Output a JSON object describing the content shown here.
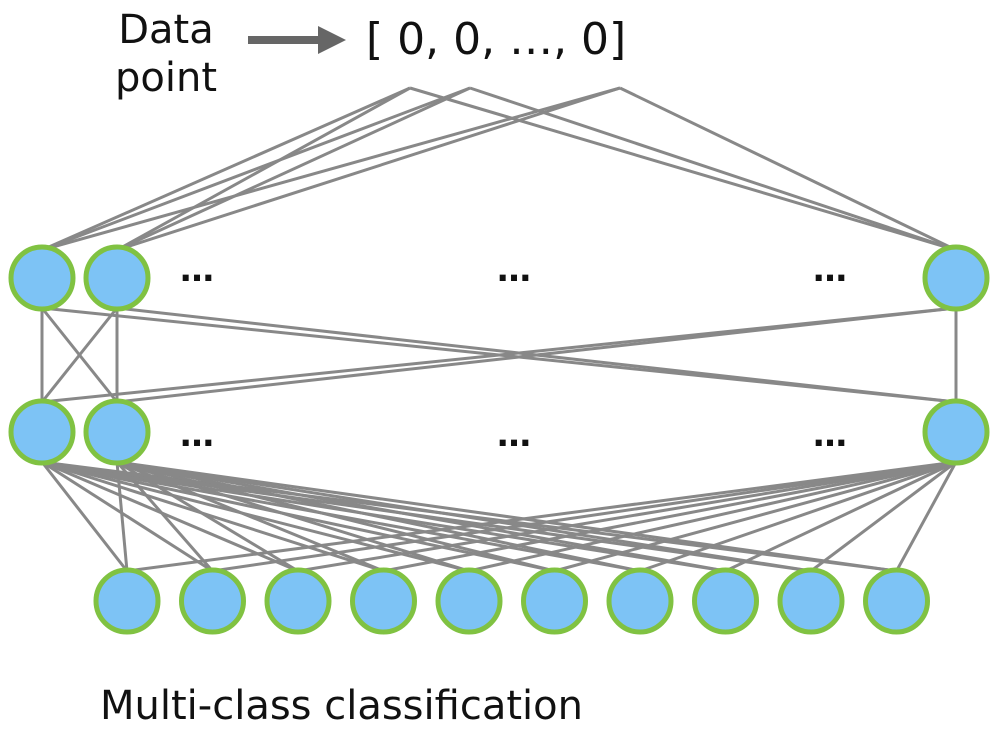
{
  "data_point_label": [
    "Data",
    "point"
  ],
  "vector_label": "[ 0, 0, …, 0]",
  "caption": "Multi-class classification",
  "ellipsis": "…",
  "colors": {
    "node_fill": "#7dc3f5",
    "node_stroke": "#80c242",
    "edge": "#888888",
    "arrow": "#666666",
    "text": "#111111"
  },
  "layers": [
    {
      "name": "hidden-layer-1",
      "visible_nodes": 3
    },
    {
      "name": "hidden-layer-2",
      "visible_nodes": 3
    },
    {
      "name": "output-layer",
      "visible_nodes": 10
    }
  ]
}
